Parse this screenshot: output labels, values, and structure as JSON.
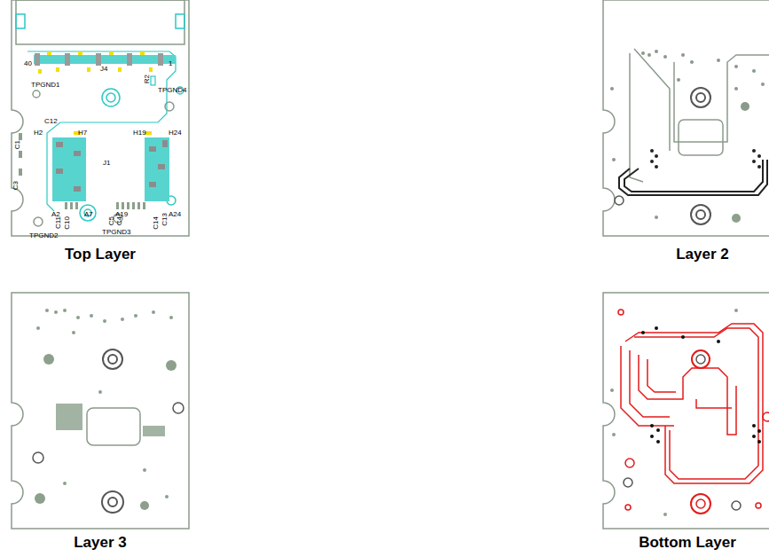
{
  "diagram": {
    "labels": [
      "Top Layer",
      "Layer 2",
      "Layer 3",
      "Bottom Layer",
      "40",
      "J4",
      "1",
      "R2",
      "TPGND1",
      "TPGND4",
      "C12",
      "H2",
      "H7",
      "H19",
      "H24",
      "C1",
      "J1",
      "C3",
      "A2",
      "A7",
      "A19",
      "A24",
      "TPGND2",
      "C11",
      "C10",
      "C5",
      "C4",
      "C14",
      "C13",
      "TPGND3"
    ]
  }
}
